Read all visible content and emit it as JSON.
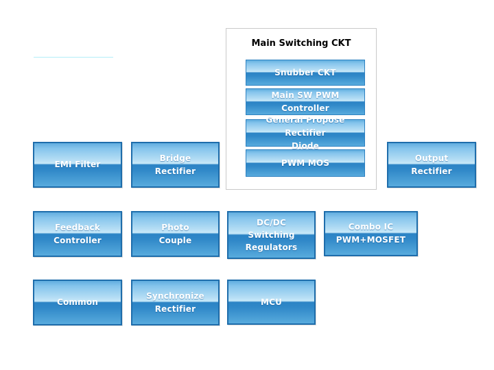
{
  "page": {
    "background_color": "#ffffff",
    "divider_line_color": "#b3eef8",
    "accent_colors": {
      "button_gradient_top": "#61aedf",
      "button_gradient_light": "#c8e9f9",
      "button_gradient_dark": "#2b83c5",
      "button_gradient_bottom": "#58abdd",
      "button_border": "#1e6dab",
      "panel_border": "#c9c9c9",
      "button_text": "#ffffff",
      "title_text": "#000000"
    }
  },
  "container": {
    "title": "Main Switching CKT",
    "buttons": [
      {
        "id": "snubber-ckt",
        "lines": [
          "Snubber CKT"
        ]
      },
      {
        "id": "main-sw-pwm-controller",
        "lines": [
          "Main SW PWM Controller"
        ]
      },
      {
        "id": "general-propose-rectifier-diode",
        "lines": [
          "General Propose Rectifier",
          "Diode"
        ]
      },
      {
        "id": "pwm-mos",
        "lines": [
          "PWM MOS"
        ]
      }
    ]
  },
  "blocks": [
    {
      "id": "emi-filter",
      "lines": [
        "EMI Filter"
      ]
    },
    {
      "id": "bridge-rectifier",
      "lines": [
        "Bridge",
        "Rectifier"
      ]
    },
    {
      "id": "output-rectifier",
      "lines": [
        "Output",
        "Rectifier"
      ]
    },
    {
      "id": "feedback-controller",
      "lines": [
        "Feedback",
        "Controller"
      ]
    },
    {
      "id": "photo-couple",
      "lines": [
        "Photo",
        "Couple"
      ]
    },
    {
      "id": "dcdc-switching-regulators",
      "lines": [
        "DC/DC",
        "Switching",
        "Regulators"
      ]
    },
    {
      "id": "combo-ic-pwm-mosfet",
      "lines": [
        "Combo IC",
        "PWM+MOSFET"
      ]
    },
    {
      "id": "common",
      "lines": [
        "Common"
      ]
    },
    {
      "id": "synchronize-rectifier",
      "lines": [
        "Synchronize",
        "Rectifier"
      ]
    },
    {
      "id": "mcu",
      "lines": [
        "MCU"
      ]
    }
  ]
}
